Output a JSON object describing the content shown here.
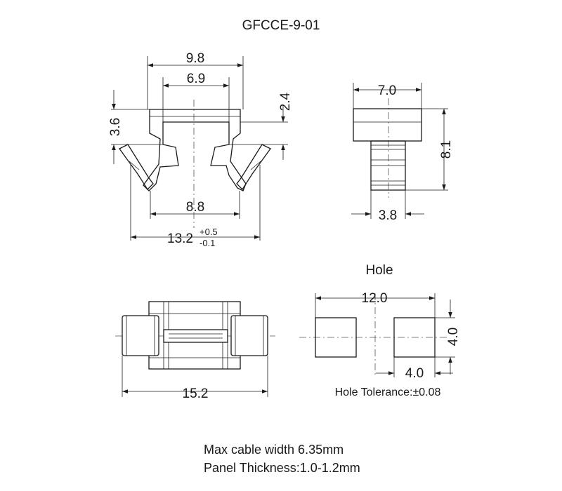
{
  "title": "GFCCE-9-01",
  "front_view": {
    "dim_top_width": "9.8",
    "dim_inner_width": "6.9",
    "dim_height_left": "3.6",
    "dim_height_right": "2.4",
    "dim_bottom_width": "8.8",
    "dim_overall_base": "13.2",
    "dim_overall_tol_plus": "+0.5",
    "dim_overall_tol_minus": "-0.1"
  },
  "side_view": {
    "dim_top": "7.0",
    "dim_height": "8.1",
    "dim_bottom": "3.8"
  },
  "top_view": {
    "dim_length": "15.2"
  },
  "hole_view": {
    "heading": "Hole",
    "dim_spacing": "12.0",
    "dim_height": "4.0",
    "dim_width": "4.0",
    "tolerance": "Hole Tolerance:±0.08"
  },
  "notes": [
    "Max cable width 6.35mm",
    "Panel Thickness:1.0-1.2mm"
  ]
}
